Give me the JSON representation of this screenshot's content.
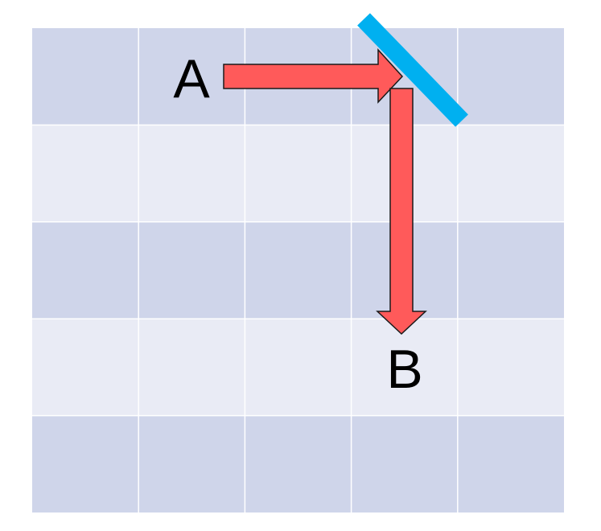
{
  "grid": {
    "rows": 5,
    "cols": 5,
    "band_dark_color": "#cfd5ea",
    "band_light_color": "#e9ebf5",
    "line_color": "#ffffff"
  },
  "labels": {
    "start": "A",
    "end": "B"
  },
  "mirror": {
    "color": "#00b0f0"
  },
  "arrows": {
    "fill_color": "#ff5a5a",
    "stroke_color": "#1a1a1a"
  }
}
